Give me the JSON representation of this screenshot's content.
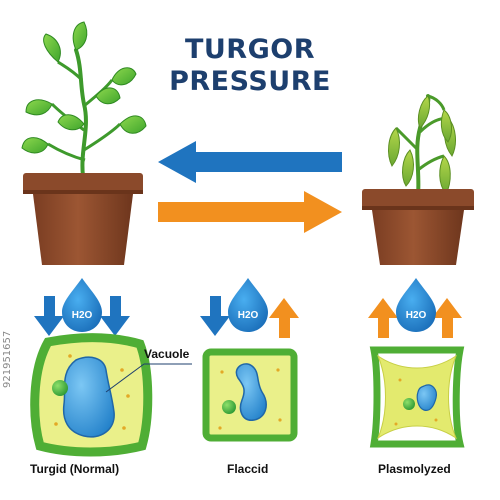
{
  "title": {
    "line1": "TURGOR",
    "line2": "PRESSURE"
  },
  "labels": {
    "vacuole": "Vacuole",
    "water_symbol": "H2O",
    "states": [
      "Turgid (Normal)",
      "Flaccid",
      "Plasmolyzed"
    ]
  },
  "stock_id": "921951657",
  "colors": {
    "title": "#1d3f6e",
    "arrow_blue": "#1f74bf",
    "arrow_orange": "#f2901f",
    "pot": "#8b4a2b",
    "cell_wall": "#58b43a",
    "cytoplasm": "#eaf08a",
    "vacuole": "#2f90d5",
    "leaf": "#6cc63a"
  }
}
